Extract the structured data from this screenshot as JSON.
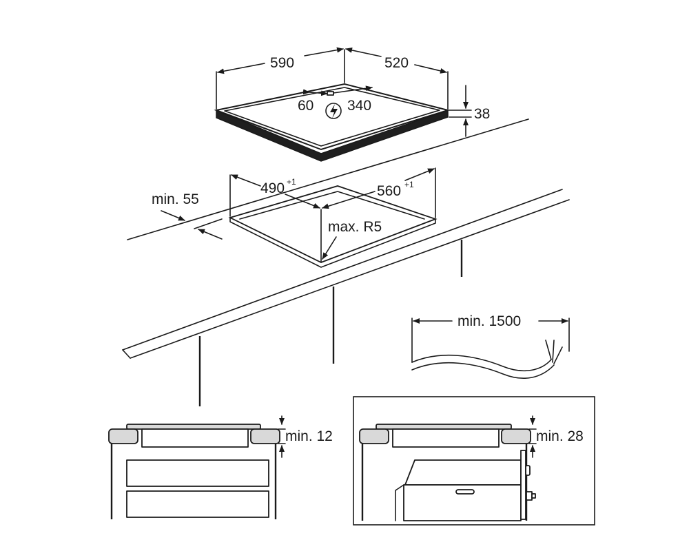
{
  "hob": {
    "width": "590",
    "depth": "520",
    "height": "38",
    "connection_offset": "60",
    "connection_distance": "340"
  },
  "cutout": {
    "width": "560",
    "width_tol": "+1",
    "depth": "490",
    "depth_tol": "+1",
    "rear_clearance": "min. 55",
    "corner_radius": "max. R5"
  },
  "cable": {
    "length": "min. 1500"
  },
  "section_left": {
    "clearance": "min. 12"
  },
  "section_right": {
    "clearance": "min. 28"
  },
  "icons": {
    "power": "lightning-bolt-circle"
  }
}
